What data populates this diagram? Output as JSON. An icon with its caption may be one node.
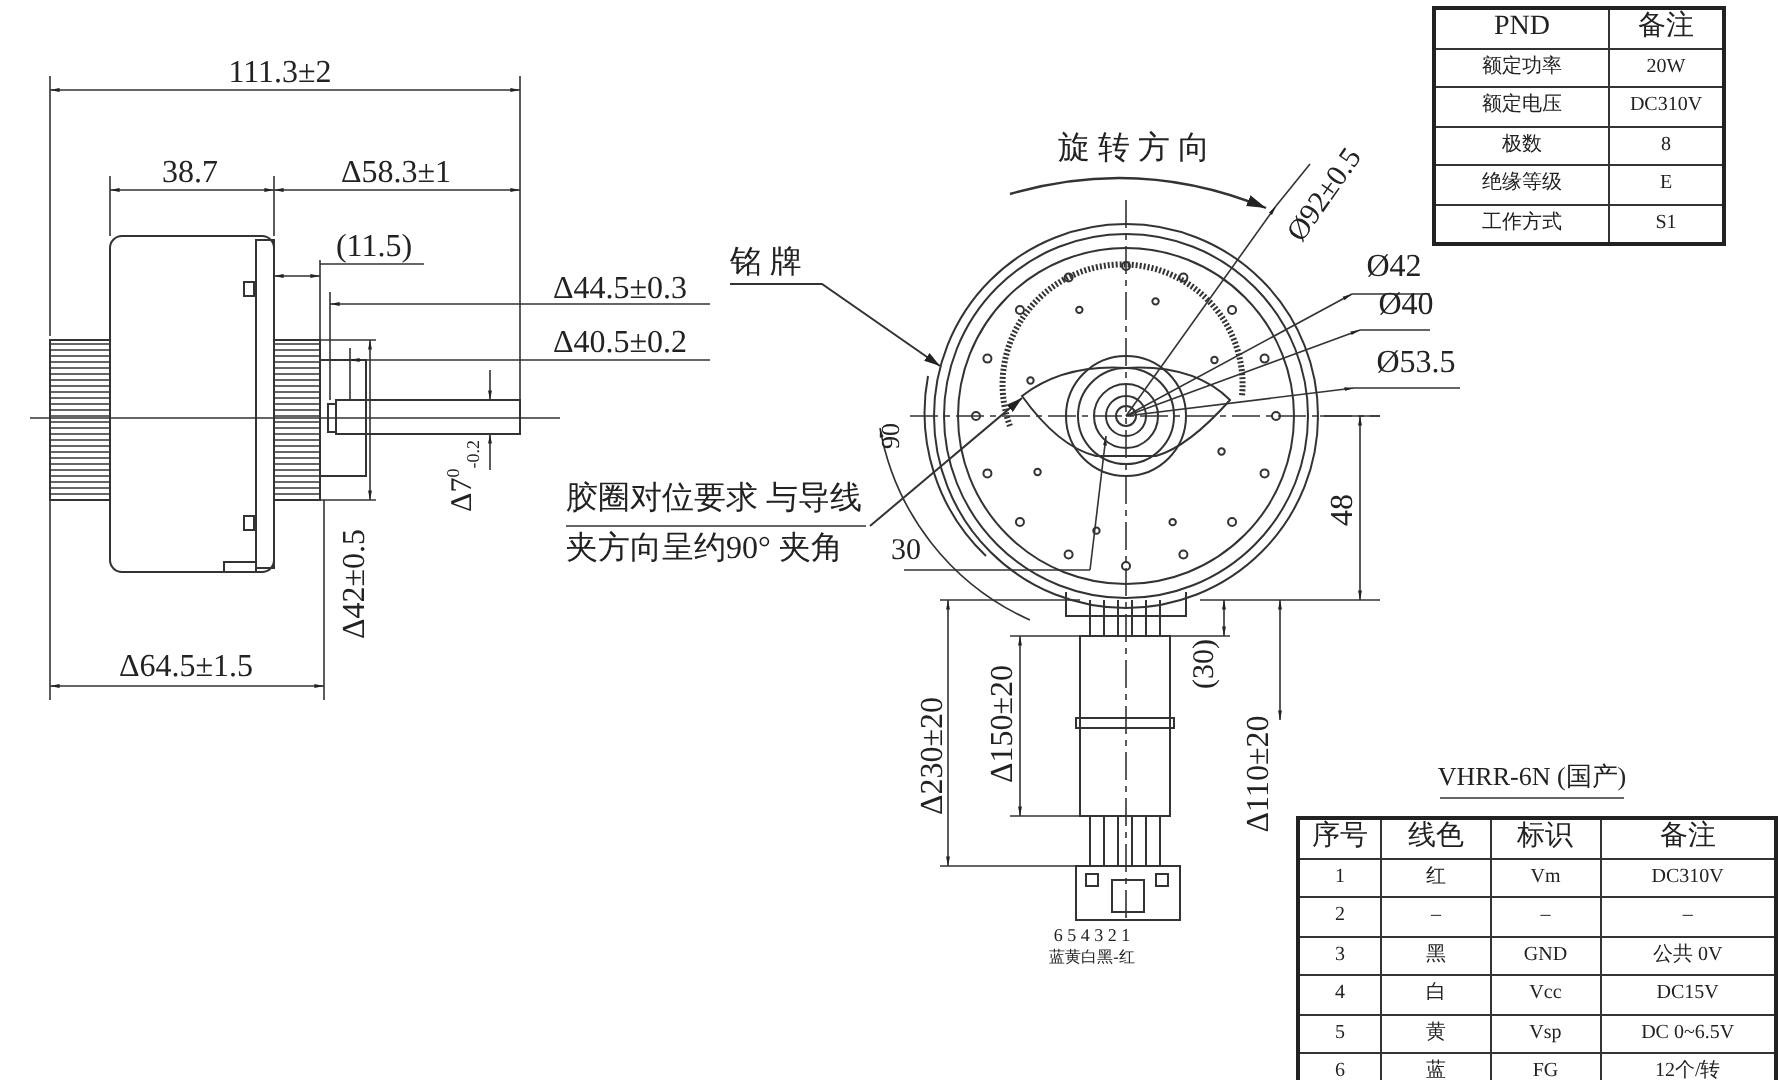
{
  "diagram": {
    "nodes": [
      {
        "text": [
          "铭 牌"
        ]
      },
      {
        "text": [
          "胶圈对位要求 与导线夹方向呈约90° 夹角"
        ]
      },
      {
        "text": [],
        "shape": "circle"
      },
      {
        "text": [],
        "shape": "picture",
        "in": 2
      }
    ],
    "edges": [
      {
        "from": 0,
        "to": 2,
        "arrow": "to"
      },
      {
        "from": 1,
        "to": 3,
        "arrow": "to"
      }
    ],
    "labels": [
      "111.3±2",
      "38.7",
      "Δ58.3±1",
      "(11.5)",
      "Δ44.5±0.3",
      "Δ40.5±0.2",
      "Δ7$^{0}$$_{-0.2}$",
      "Δ42±0.5",
      "Δ64.5±1.5",
      "旋 转 方 向",
      "Ø92±0.5",
      "Ø42",
      "Ø40",
      "Ø53.5",
      "90",
      "30",
      "48",
      "Δ230±20",
      "Δ150±20",
      "(30)",
      "Δ110±20",
      "6 5 4 3 2 1",
      "蓝黄白黑-红",
      "VHRR-6N (国产)",
      "PND",
      "备注",
      "额定功率",
      "20W",
      "额定电压",
      "DC310V",
      "极数",
      "8",
      "绝缘等级",
      "E",
      "工作方式",
      "S1",
      "序号",
      "线色",
      "标识",
      "备注",
      "1",
      "红",
      "Vm",
      "DC310V",
      "2",
      "–",
      "–",
      "–",
      "3",
      "黑",
      "GND",
      "公共 0V",
      "4",
      "白",
      "Vcc",
      "DC15V",
      "5",
      "黄",
      "Vsp",
      "DC 0~6.5V",
      "6",
      "蓝",
      "FG",
      "12个/转"
    ]
  }
}
